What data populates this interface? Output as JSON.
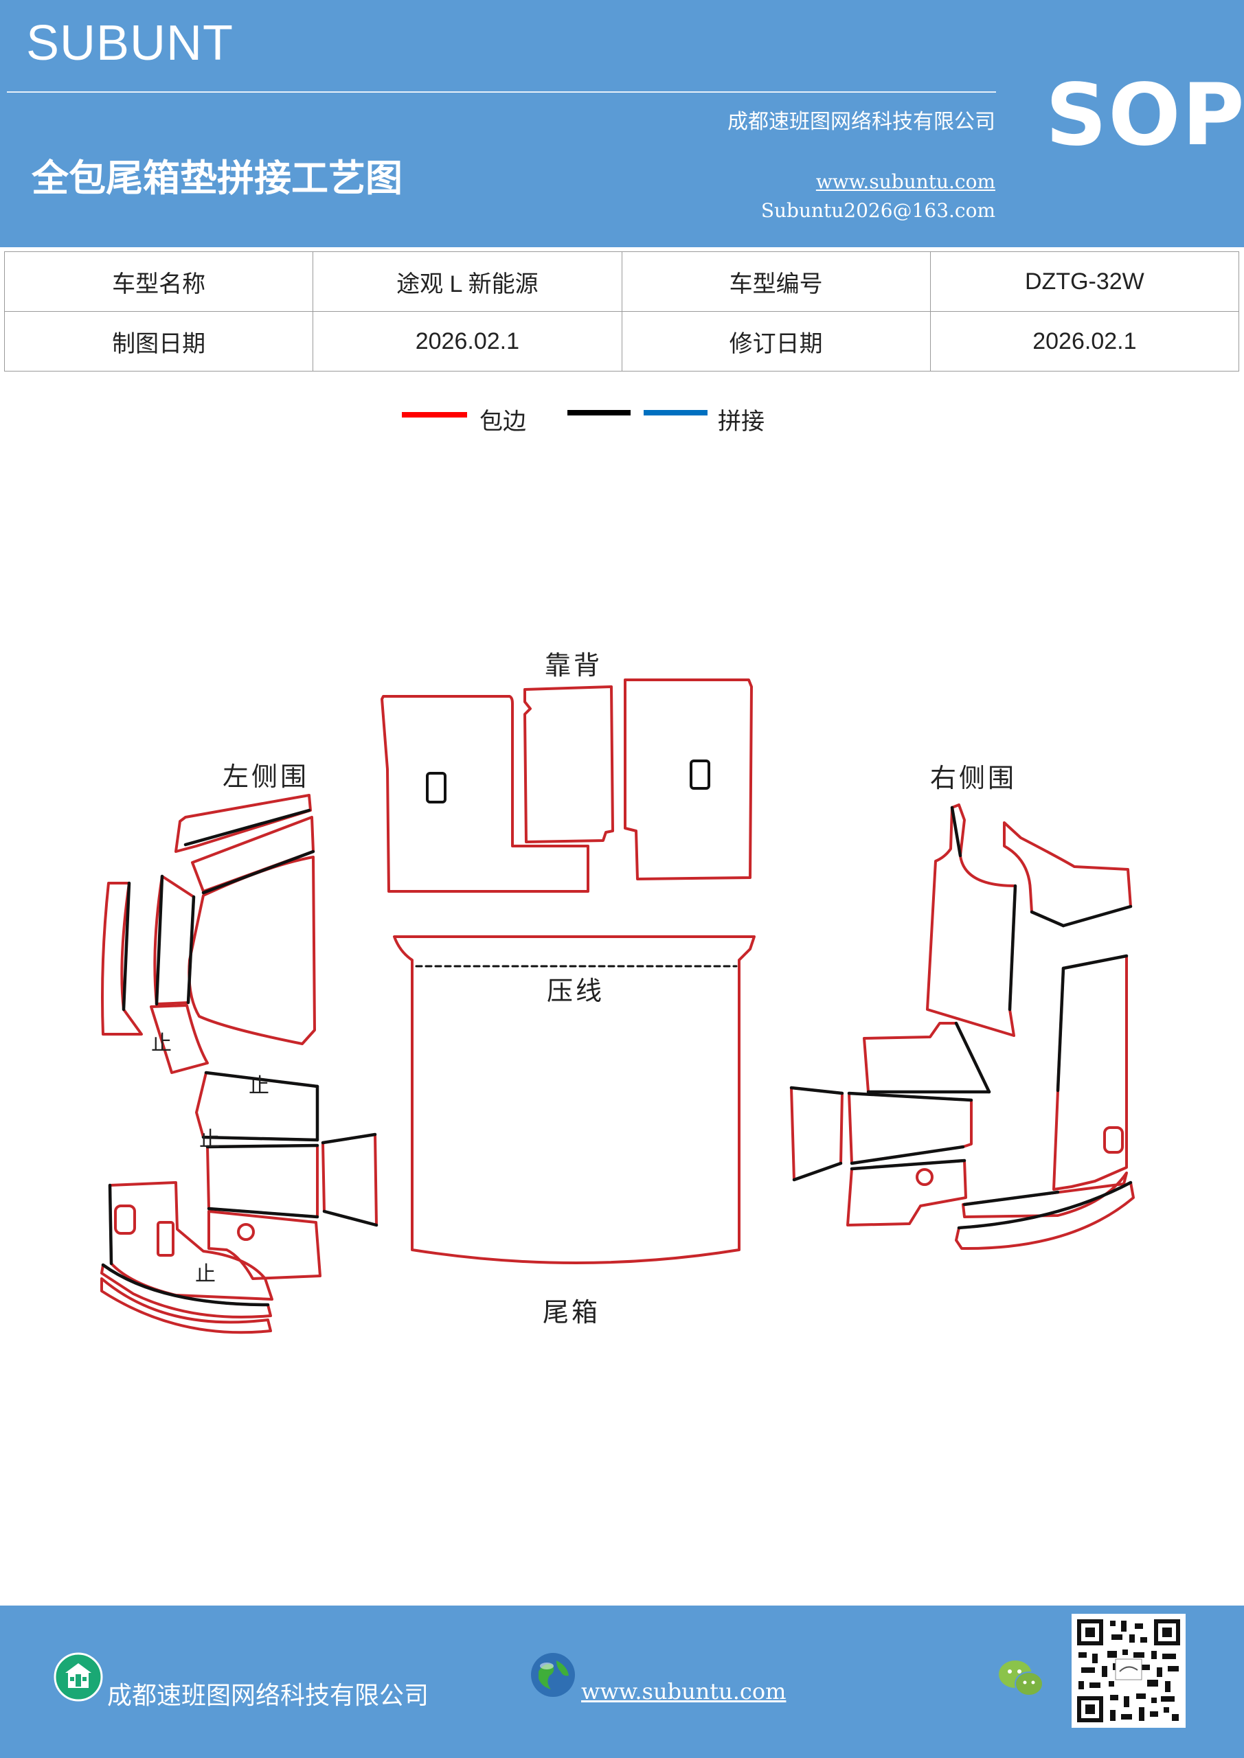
{
  "header": {
    "brand": "SUBUNT",
    "company": "成都速班图网络科技有限公司",
    "title": "全包尾箱垫拼接工艺图",
    "website": "www.subuntu.com",
    "email": "Subuntu2026@163.com",
    "badge": "SOP"
  },
  "info_table": {
    "rows": [
      [
        {
          "label": "车型名称"
        },
        {
          "value": "途观 L 新能源"
        },
        {
          "label": "车型编号"
        },
        {
          "value": "DZTG-32W"
        }
      ],
      [
        {
          "label": "制图日期"
        },
        {
          "value": "2026.02.1"
        },
        {
          "label": "修订日期"
        },
        {
          "value": "2026.02.1"
        }
      ]
    ]
  },
  "legend": {
    "items": [
      {
        "label": "包边",
        "color": "#ff0000"
      },
      {
        "label": "",
        "color": "#000000"
      },
      {
        "label": "拼接",
        "color": "#0070c0"
      }
    ]
  },
  "diagram": {
    "labels": {
      "backrest": "靠背",
      "left_side": "左侧围",
      "right_side": "右侧围",
      "crease": "压线",
      "trunk": "尾箱",
      "stop": "止"
    },
    "colors": {
      "edge": "#c8262a",
      "seam": "#111111"
    }
  },
  "footer": {
    "company": "成都速班图网络科技有限公司",
    "website": "www.subuntu.com"
  }
}
